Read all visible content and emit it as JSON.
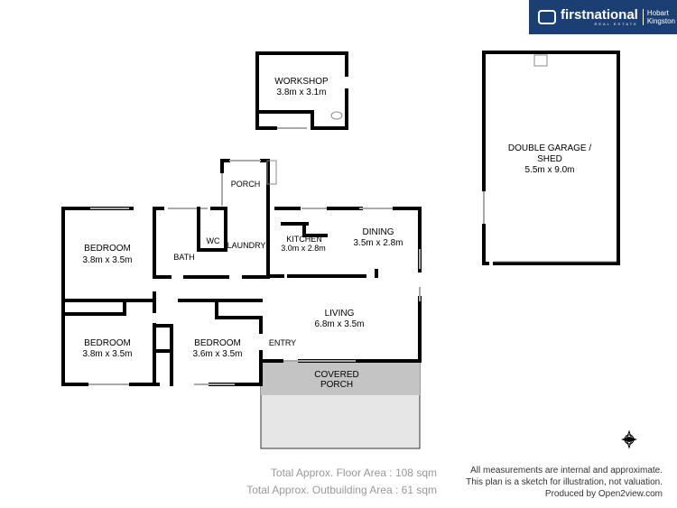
{
  "brand": {
    "name": "firstnational",
    "tagline": "REAL ESTATE",
    "location_line1": "Hobart",
    "location_line2": "Kingston",
    "color": "#1c3f73"
  },
  "rooms": {
    "workshop": {
      "name": "WORKSHOP",
      "size": "3.8m x 3.1m"
    },
    "garage": {
      "name_line1": "DOUBLE GARAGE /",
      "name_line2": "SHED",
      "size": "5.5m x 9.0m"
    },
    "porch": {
      "name": "PORCH"
    },
    "bedroom1": {
      "name": "BEDROOM",
      "size": "3.8m x 3.5m"
    },
    "bedroom2": {
      "name": "BEDROOM",
      "size": "3.8m x 3.5m"
    },
    "bedroom3": {
      "name": "BEDROOM",
      "size": "3.6m x 3.5m"
    },
    "bath": {
      "name": "BATH"
    },
    "wc": {
      "name": "WC"
    },
    "laundry": {
      "name": "LAUNDRY"
    },
    "kitchen": {
      "name": "KITCHEN",
      "size": "3.0m x 2.8m"
    },
    "dining": {
      "name": "DINING",
      "size": "3.5m x 2.8m"
    },
    "living": {
      "name": "LIVING",
      "size": "6.8m x 3.5m"
    },
    "entry": {
      "name": "ENTRY"
    },
    "covered_porch": {
      "name_line1": "COVERED",
      "name_line2": "PORCH"
    }
  },
  "totals": {
    "floor_area": "Total Approx. Floor Area : 108 sqm",
    "outbuilding_area": "Total Approx. Outbuilding Area : 61 sqm"
  },
  "disclaimer": {
    "line1": "All measurements are internal and approximate.",
    "line2": "This plan is a sketch for illustration, not valuation.",
    "line3": "Produced by Open2view.com"
  },
  "icons": {
    "compass": "compass-icon"
  }
}
